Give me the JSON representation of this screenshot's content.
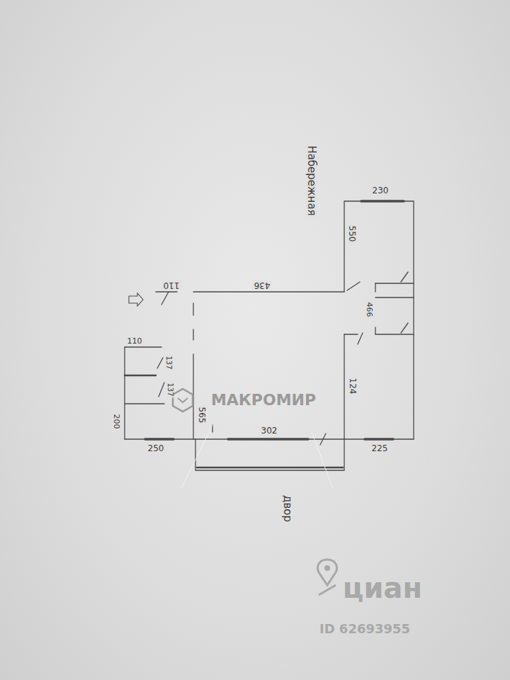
{
  "diagram": {
    "labels": [
      "Набережная",
      "230",
      "550",
      "436",
      "110",
      "466",
      "110",
      "137",
      "137",
      "565",
      "124",
      "200",
      "250",
      "302",
      "225",
      "двор",
      "МАКРОМИР",
      "циан",
      "ID 62693955"
    ]
  }
}
